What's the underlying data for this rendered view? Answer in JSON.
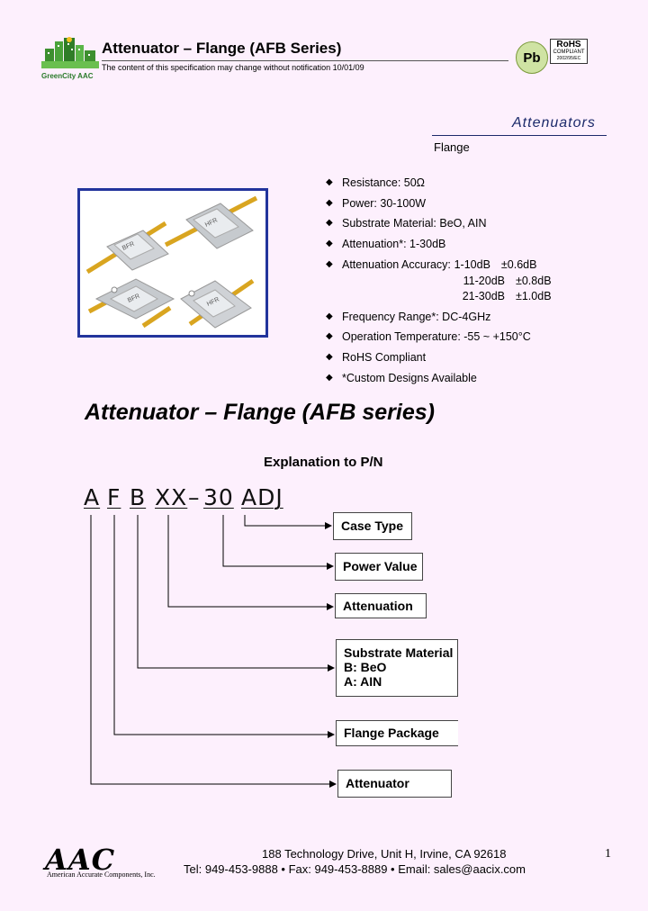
{
  "header": {
    "logo_text": "GreenCity AAC",
    "title": "Attenuator – Flange (AFB Series)",
    "notice": "The content of this specification may change without notification 10/01/09",
    "pb_badge": "Pb",
    "rohs_title": "RoHS",
    "rohs_sub": "COMPLIANT",
    "rohs_detail": "2002/95/EC"
  },
  "category": {
    "title": "Attenuators",
    "subtitle": "Flange"
  },
  "photo": {
    "part_labels": [
      "BFR",
      "HFR",
      "BFR",
      "HFR"
    ]
  },
  "features": {
    "resistance": "Resistance: 50Ω",
    "power": "Power: 30-100W",
    "substrate": "Substrate Material: BeO, AIN",
    "attenuation": "Attenuation*: 1-30dB",
    "accuracy_label": "Attenuation Accuracy:",
    "accuracy": [
      {
        "range": "1-10dB",
        "value": "±0.6dB"
      },
      {
        "range": "11-20dB",
        "value": "±0.8dB"
      },
      {
        "range": "21-30dB",
        "value": "±1.0dB"
      }
    ],
    "frequency": "Frequency Range*: DC-4GHz",
    "temperature": "Operation Temperature: -55 ~ +150°C",
    "rohs": "RoHS Compliant",
    "custom": "*Custom Designs Available"
  },
  "section_title": "Attenuator – Flange (AFB series)",
  "explanation": {
    "heading": "Explanation to P/N",
    "pn": {
      "a": "A",
      "f": "F",
      "b": "B",
      "xx": "XX",
      "dash": "–",
      "thirty": "30",
      "adj": "ADJ"
    },
    "boxes": {
      "case_type": "Case Type",
      "power_value": "Power Value",
      "attenuation": "Attenuation",
      "substrate_title": "Substrate Material",
      "substrate_b": "B: BeO",
      "substrate_a": "A: AIN",
      "flange": "Flange Package",
      "attenuator": "Attenuator"
    }
  },
  "footer": {
    "logo": "AAC",
    "logo_sub": "American Accurate Components, Inc.",
    "address": "188 Technology Drive, Unit H, Irvine, CA 92618",
    "contact": "Tel: 949-453-9888 • Fax: 949-453-8889 • Email: sales@aacix.com",
    "page": "1"
  }
}
